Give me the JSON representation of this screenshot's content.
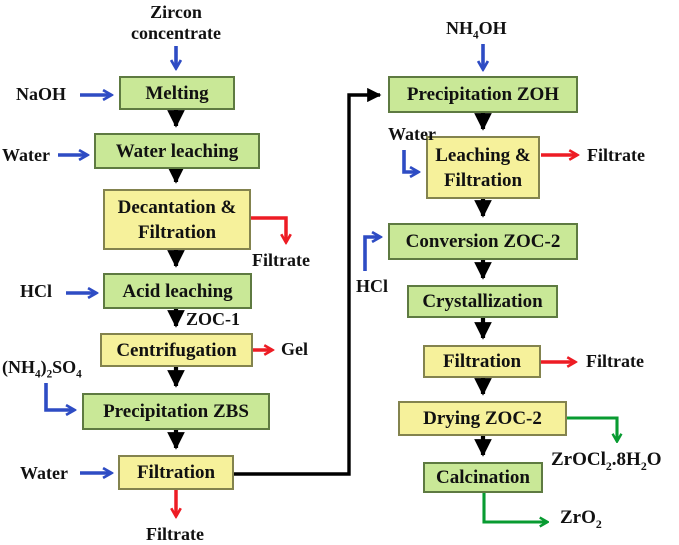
{
  "colors": {
    "box_green": "#c9e897",
    "box_green_border": "#5e7a41",
    "box_yellow": "#f6f19b",
    "box_yellow_border": "#83834e",
    "arrow_black": "#000000",
    "arrow_blue": "#2e4cc4",
    "arrow_red": "#ed1c24",
    "arrow_green": "#089b31",
    "text": "#111111",
    "background": "#ffffff"
  },
  "source": {
    "label": "Zircon\nconcentrate"
  },
  "boxes": [
    {
      "id": "melting",
      "label": "Melting",
      "color": "green"
    },
    {
      "id": "water-leaching",
      "label": "Water leaching",
      "color": "green"
    },
    {
      "id": "decantation-filtration",
      "label": "Decantation &\nFiltration",
      "color": "yellow"
    },
    {
      "id": "acid-leaching",
      "label": "Acid leaching",
      "color": "green"
    },
    {
      "id": "centrifugation",
      "label": "Centrifugation",
      "color": "yellow"
    },
    {
      "id": "precipitation-zbs",
      "label": "Precipitation ZBS",
      "color": "green"
    },
    {
      "id": "filtration-1",
      "label": "Filtration",
      "color": "yellow"
    },
    {
      "id": "precipitation-zoh",
      "label": "Precipitation ZOH",
      "color": "green"
    },
    {
      "id": "leaching-filtration",
      "label": "Leaching &\nFiltration",
      "color": "yellow"
    },
    {
      "id": "conversion-zoc2",
      "label": "Conversion ZOC-2",
      "color": "green"
    },
    {
      "id": "crystallization",
      "label": "Crystallization",
      "color": "green"
    },
    {
      "id": "filtration-2",
      "label": "Filtration",
      "color": "yellow"
    },
    {
      "id": "drying-zoc2",
      "label": "Drying ZOC-2",
      "color": "yellow"
    },
    {
      "id": "calcination",
      "label": "Calcination",
      "color": "green"
    }
  ],
  "inputs": {
    "naoh": {
      "label": "NaOH"
    },
    "water_1": {
      "label": "Water"
    },
    "hcl_1": {
      "label": "HCl"
    },
    "ammonium_sulfate": {
      "rich": [
        {
          "t": "(NH"
        },
        {
          "t": "4",
          "sub": true
        },
        {
          "t": ")"
        },
        {
          "t": "2",
          "sub": true
        },
        {
          "t": "SO"
        },
        {
          "t": "4",
          "sub": true
        }
      ]
    },
    "water_2": {
      "label": "Water"
    },
    "nh4oh": {
      "rich": [
        {
          "t": "NH"
        },
        {
          "t": "4",
          "sub": true
        },
        {
          "t": "OH"
        }
      ]
    },
    "water_3": {
      "label": "Water"
    },
    "hcl_2": {
      "label": "HCl"
    }
  },
  "outputs": {
    "filtrate_1": {
      "label": "Filtrate"
    },
    "gel": {
      "label": "Gel"
    },
    "filtrate_2": {
      "label": "Filtrate"
    },
    "filtrate_3": {
      "label": "Filtrate"
    },
    "filtrate_4": {
      "label": "Filtrate"
    },
    "zirconyl_chloride": {
      "rich": [
        {
          "t": "ZrOCl"
        },
        {
          "t": "2",
          "sub": true
        },
        {
          "t": ".8H"
        },
        {
          "t": "2",
          "sub": true
        },
        {
          "t": "O"
        }
      ]
    },
    "zirconia": {
      "rich": [
        {
          "t": "ZrO"
        },
        {
          "t": "2",
          "sub": true
        }
      ]
    }
  },
  "annotations": {
    "zoc1": {
      "label": "ZOC-1"
    }
  },
  "edges": [
    {
      "from": "zircon-concentrate",
      "to": "melting",
      "color": "blue"
    },
    {
      "from": "naoh",
      "to": "melting",
      "color": "blue"
    },
    {
      "from": "melting",
      "to": "water-leaching",
      "color": "black"
    },
    {
      "from": "water",
      "to": "water-leaching",
      "color": "blue"
    },
    {
      "from": "water-leaching",
      "to": "decantation-filtration",
      "color": "black"
    },
    {
      "from": "decantation-filtration",
      "to": "filtrate",
      "color": "red"
    },
    {
      "from": "decantation-filtration",
      "to": "acid-leaching",
      "color": "black"
    },
    {
      "from": "hcl",
      "to": "acid-leaching",
      "color": "blue"
    },
    {
      "from": "acid-leaching",
      "to": "centrifugation",
      "color": "black",
      "label": "ZOC-1"
    },
    {
      "from": "centrifugation",
      "to": "gel",
      "color": "red"
    },
    {
      "from": "centrifugation",
      "to": "precipitation-zbs",
      "color": "black"
    },
    {
      "from": "ammonium-sulfate",
      "to": "precipitation-zbs",
      "color": "blue"
    },
    {
      "from": "precipitation-zbs",
      "to": "filtration-1",
      "color": "black"
    },
    {
      "from": "water",
      "to": "filtration-1",
      "color": "blue"
    },
    {
      "from": "filtration-1",
      "to": "filtrate",
      "color": "red"
    },
    {
      "from": "filtration-1",
      "to": "precipitation-zoh",
      "color": "black"
    },
    {
      "from": "nh4oh",
      "to": "precipitation-zoh",
      "color": "blue"
    },
    {
      "from": "precipitation-zoh",
      "to": "leaching-filtration",
      "color": "black"
    },
    {
      "from": "water",
      "to": "leaching-filtration",
      "color": "blue"
    },
    {
      "from": "leaching-filtration",
      "to": "filtrate",
      "color": "red"
    },
    {
      "from": "leaching-filtration",
      "to": "conversion-zoc2",
      "color": "black"
    },
    {
      "from": "hcl",
      "to": "conversion-zoc2",
      "color": "blue"
    },
    {
      "from": "conversion-zoc2",
      "to": "crystallization",
      "color": "black"
    },
    {
      "from": "crystallization",
      "to": "filtration-2",
      "color": "black"
    },
    {
      "from": "filtration-2",
      "to": "filtrate",
      "color": "red"
    },
    {
      "from": "filtration-2",
      "to": "drying-zoc2",
      "color": "black"
    },
    {
      "from": "drying-zoc2",
      "to": "zrocl2-8h2o",
      "color": "green"
    },
    {
      "from": "drying-zoc2",
      "to": "calcination",
      "color": "black"
    },
    {
      "from": "calcination",
      "to": "zro2",
      "color": "green"
    }
  ]
}
